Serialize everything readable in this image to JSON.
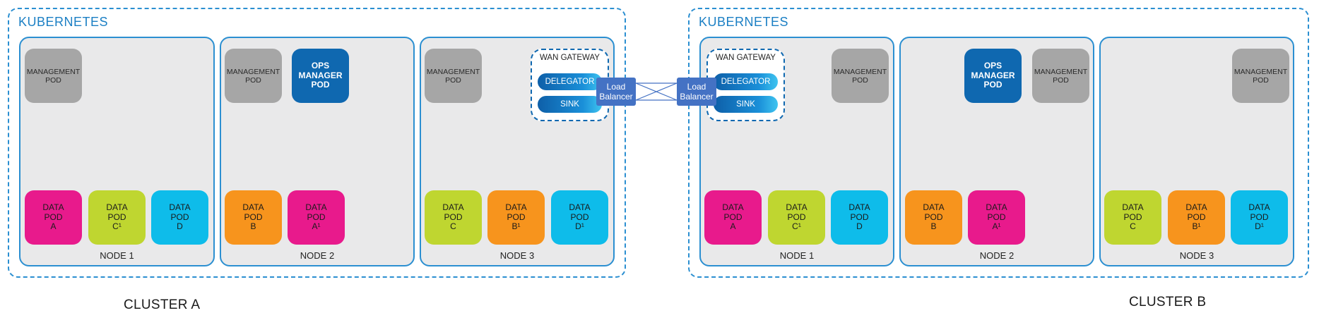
{
  "kubernetes_label": "KUBERNETES",
  "cluster_a": {
    "name": "CLUSTER A",
    "nodes": [
      {
        "label": "NODE 1",
        "management": "MANAGEMENT\nPOD",
        "data_pods": [
          "DATA\nPOD\nA",
          "DATA\nPOD\nC¹",
          "DATA\nPOD\nD"
        ]
      },
      {
        "label": "NODE 2",
        "management": "MANAGEMENT\nPOD",
        "ops_manager": "OPS\nMANAGER\nPOD",
        "data_pods": [
          "DATA\nPOD\nB",
          "DATA\nPOD\nA¹"
        ]
      },
      {
        "label": "NODE 3",
        "management": "MANAGEMENT\nPOD",
        "data_pods": [
          "DATA\nPOD\nC",
          "DATA\nPOD\nB¹",
          "DATA\nPOD\nD¹"
        ]
      }
    ],
    "wan_gateway": {
      "title": "WAN GATEWAY",
      "delegator": "DELEGATOR",
      "sink": "SINK"
    },
    "load_balancer": "Load\nBalancer"
  },
  "cluster_b": {
    "name": "CLUSTER B",
    "nodes": [
      {
        "label": "NODE 1",
        "management": "MANAGEMENT\nPOD",
        "data_pods": [
          "DATA\nPOD\nA",
          "DATA\nPOD\nC¹",
          "DATA\nPOD\nD"
        ]
      },
      {
        "label": "NODE 2",
        "management": "MANAGEMENT\nPOD",
        "ops_manager": "OPS\nMANAGER\nPOD",
        "data_pods": [
          "DATA\nPOD\nB",
          "DATA\nPOD\nA¹"
        ]
      },
      {
        "label": "NODE 3",
        "management": "MANAGEMENT\nPOD",
        "data_pods": [
          "DATA\nPOD\nC",
          "DATA\nPOD\nB¹",
          "DATA\nPOD\nD¹"
        ]
      }
    ],
    "wan_gateway": {
      "title": "WAN GATEWAY",
      "delegator": "DELEGATOR",
      "sink": "SINK"
    },
    "load_balancer": "Load\nBalancer"
  },
  "colors": {
    "management_pod": "#a6a6a6",
    "ops_manager_pod": "#0f68b0",
    "data_pod_a": "#e81a8c",
    "data_pod_c": "#bfd630",
    "data_pod_d": "#0ebcea",
    "data_pod_b": "#f7941d",
    "load_balancer": "#4472c4",
    "border": "#2b8fd1"
  }
}
